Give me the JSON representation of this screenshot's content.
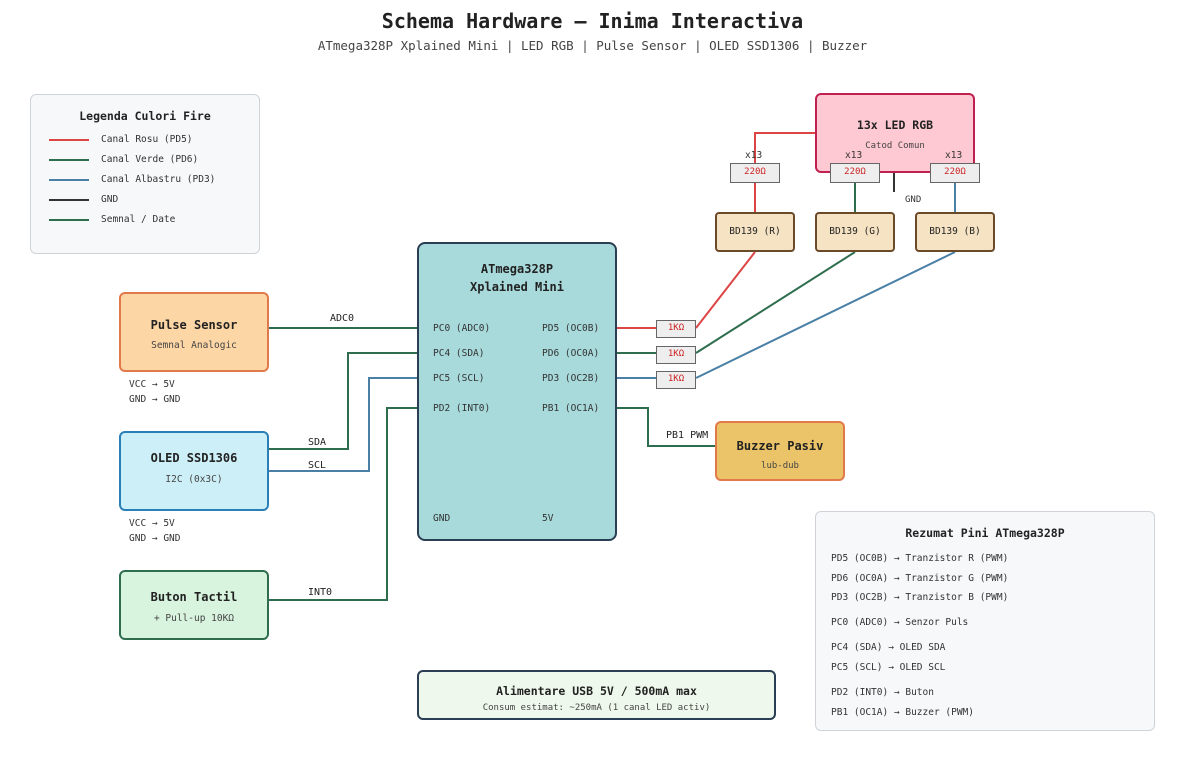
{
  "title": "Schema Hardware — Inima Interactiva",
  "subtitle": "ATmega328P Xplained Mini | LED RGB | Pulse Sensor | OLED SSD1306 | Buzzer",
  "legend": {
    "title": "Legenda Culori Fire",
    "items": [
      {
        "label": "Canal Rosu (PD5)",
        "color": "#dd4444"
      },
      {
        "label": "Canal Verde (PD6)",
        "color": "#2e6e4e"
      },
      {
        "label": "Canal Albastru (PD3)",
        "color": "#4a7fa6"
      },
      {
        "label": "GND",
        "color": "#333333"
      },
      {
        "label": "Semnal / Date",
        "color": "#2e6e4e"
      }
    ]
  },
  "mcu": {
    "name_line1": "ATmega328P",
    "name_line2": "Xplained Mini",
    "left_pins": [
      "PC0 (ADC0)",
      "PC4 (SDA)",
      "PC5 (SCL)",
      "PD2 (INT0)"
    ],
    "right_pins": [
      "PD5 (OC0B)",
      "PD6 (OC0A)",
      "PD3 (OC2B)",
      "PB1 (OC1A)"
    ],
    "gnd": "GND",
    "vcc": "5V"
  },
  "pulse": {
    "name": "Pulse Sensor",
    "desc": "Semnal Analogic",
    "vcc": "VCC → 5V",
    "gnd": "GND → GND",
    "wire": "ADC0"
  },
  "oled": {
    "name": "OLED SSD1306",
    "desc": "I2C (0x3C)",
    "vcc": "VCC → 5V",
    "gnd": "GND → GND",
    "sda": "SDA",
    "scl": "SCL"
  },
  "button": {
    "name": "Buton Tactil",
    "desc": "+ Pull-up 10KΩ",
    "wire": "INT0"
  },
  "led": {
    "name": "13x LED RGB",
    "desc": "Catod Comun",
    "gnd": "GND"
  },
  "resistors_top": {
    "label": "220Ω",
    "count": "x13"
  },
  "resistors_base": "1KΩ",
  "transistors": [
    "BD139 (R)",
    "BD139 (G)",
    "BD139 (B)"
  ],
  "buzzer": {
    "name": "Buzzer Pasiv",
    "desc": "lub-dub",
    "wire": "PB1 PWM"
  },
  "power": {
    "title": "Alimentare USB 5V / 500mA max",
    "desc": "Consum estimat: ~250mA (1 canal LED activ)"
  },
  "summary": {
    "title": "Rezumat Pini ATmega328P",
    "items": [
      "PD5 (OC0B) → Tranzistor R (PWM)",
      "PD6 (OC0A) → Tranzistor G (PWM)",
      "PD3 (OC2B) → Tranzistor B (PWM)",
      "PC0 (ADC0) → Senzor Puls",
      "PC4 (SDA) → OLED SDA",
      "PC5 (SCL) → OLED SCL",
      "PD2 (INT0) → Buton",
      "PB1 (OC1A) → Buzzer (PWM)"
    ]
  },
  "colors": {
    "red": "#dd4444",
    "green": "#2e6e4e",
    "blue": "#4a7fa6",
    "gnd": "#333333"
  }
}
